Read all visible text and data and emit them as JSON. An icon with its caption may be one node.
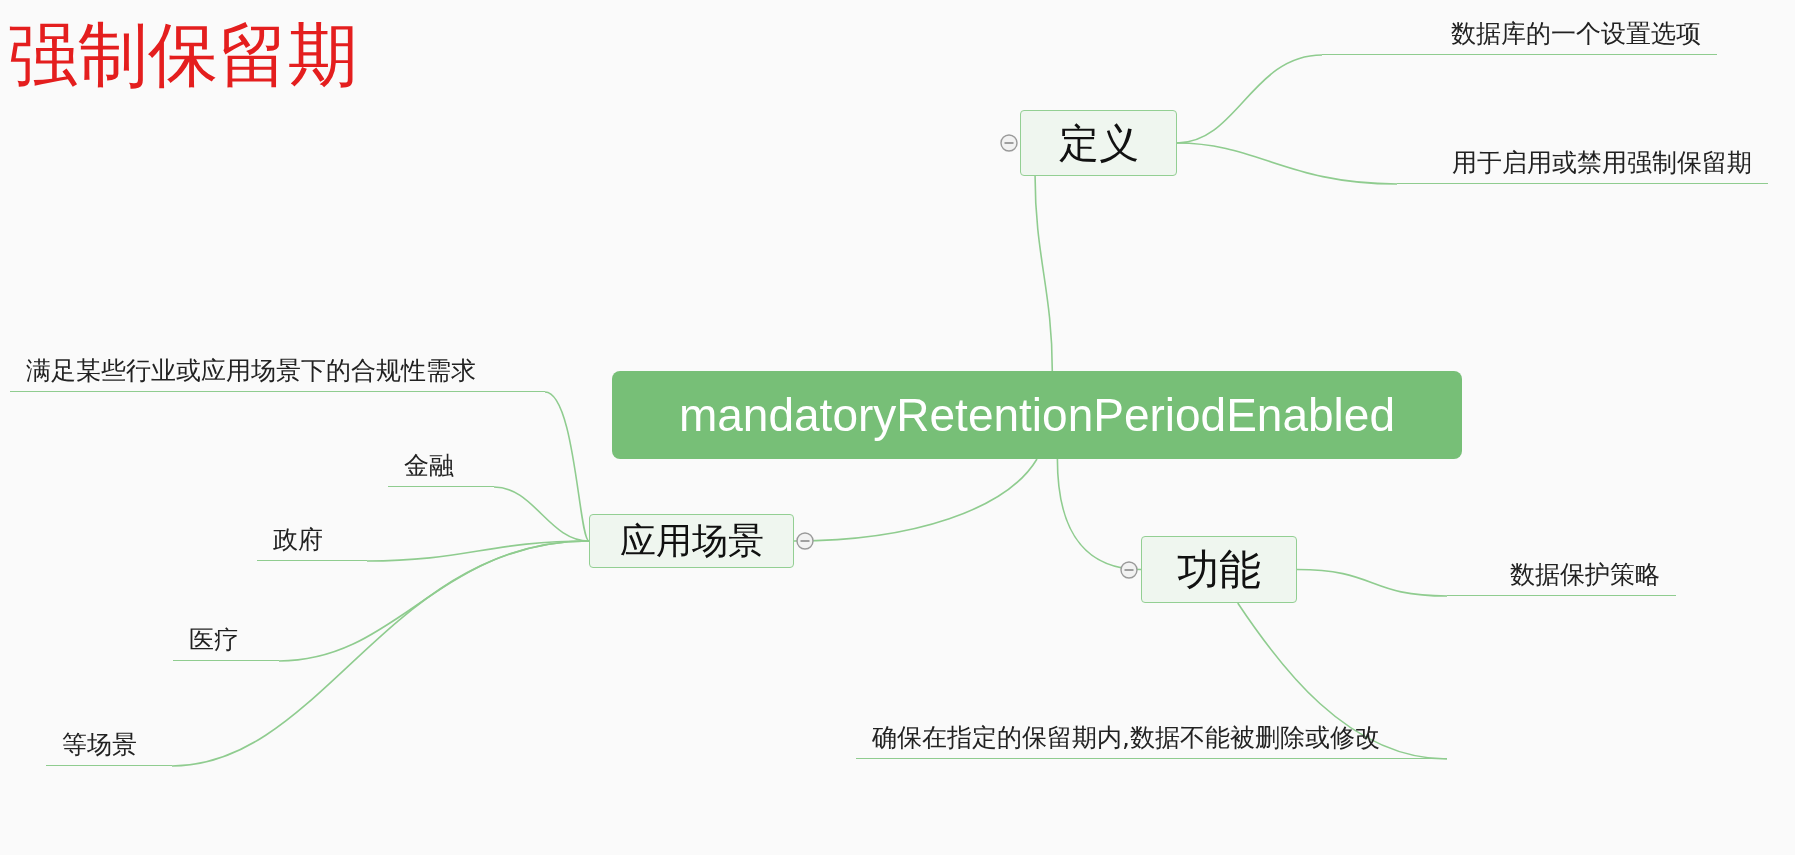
{
  "diagram": {
    "title": "强制保留期",
    "nodes": [
      {
        "text": [
          "mandatoryRetentionPeriodEnabled"
        ]
      },
      {
        "text": [
          "定义"
        ]
      },
      {
        "text": [
          "数据库的一个设置选项"
        ]
      },
      {
        "text": [
          "用于启用或禁用强制保留期"
        ]
      },
      {
        "text": [
          "应用场景"
        ]
      },
      {
        "text": [
          "满足某些行业或应用场景下的合规性需求"
        ]
      },
      {
        "text": [
          "金融"
        ]
      },
      {
        "text": [
          "政府"
        ]
      },
      {
        "text": [
          "医疗"
        ]
      },
      {
        "text": [
          "等场景"
        ]
      },
      {
        "text": [
          "功能"
        ]
      },
      {
        "text": [
          "数据保护策略"
        ]
      },
      {
        "text": [
          "确保在指定的保留期内,数据不能被删除或修改"
        ]
      }
    ],
    "edges": [
      {
        "from": 0,
        "to": 1,
        "arrow": "none"
      },
      {
        "from": 1,
        "to": 2,
        "arrow": "none"
      },
      {
        "from": 1,
        "to": 3,
        "arrow": "none"
      },
      {
        "from": 0,
        "to": 4,
        "arrow": "none"
      },
      {
        "from": 4,
        "to": 5,
        "arrow": "none"
      },
      {
        "from": 4,
        "to": 6,
        "arrow": "none"
      },
      {
        "from": 4,
        "to": 7,
        "arrow": "none"
      },
      {
        "from": 4,
        "to": 8,
        "arrow": "none"
      },
      {
        "from": 4,
        "to": 9,
        "arrow": "none"
      },
      {
        "from": 0,
        "to": 10,
        "arrow": "none"
      },
      {
        "from": 10,
        "to": 11,
        "arrow": "none"
      },
      {
        "from": 10,
        "to": 12,
        "arrow": "none"
      }
    ]
  }
}
